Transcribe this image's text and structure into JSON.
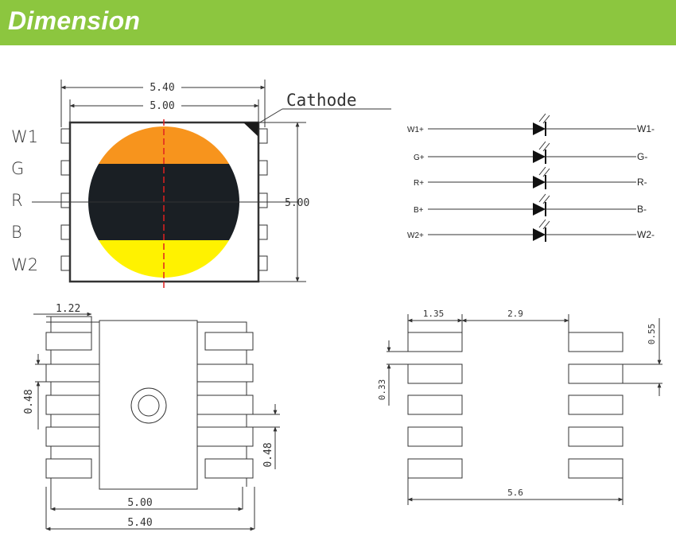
{
  "header": {
    "title": "Dimension"
  },
  "colors": {
    "header_bg": "#8cc63f",
    "orange": "#f7941d",
    "dark": "#1a1f24",
    "yellow": "#fff200",
    "red_axis": "#e02020"
  },
  "top_view": {
    "width_outer": "5.40",
    "width_inner": "5.00",
    "height": "5.00",
    "cathode_label": "Cathode",
    "pin_labels": [
      "W1",
      "G",
      "R",
      "B",
      "W2"
    ]
  },
  "schematic": {
    "rows": [
      {
        "left": "W1+",
        "right": "W1-"
      },
      {
        "left": "G+",
        "right": "G-"
      },
      {
        "left": "R+",
        "right": "R-"
      },
      {
        "left": "B+",
        "right": "B-"
      },
      {
        "left": "W2+",
        "right": "W2-"
      }
    ]
  },
  "bottom_view": {
    "pad_width": "1.22",
    "pitch_left": "0.48",
    "pitch_right": "0.48",
    "body_width": "5.00",
    "overall_width": "5.40"
  },
  "footprint": {
    "pad_length": "1.35",
    "gap": "2.9",
    "pad_height_left": "0.33",
    "pad_height_right": "0.55",
    "overall_width": "5.6"
  }
}
